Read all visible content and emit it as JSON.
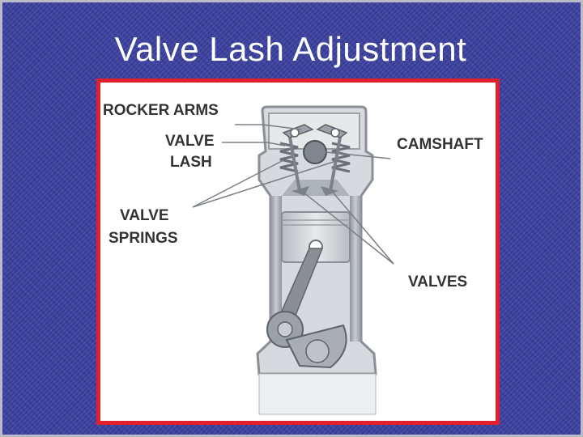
{
  "slide": {
    "title": "Valve Lash Adjustment",
    "frame_color": "#e0202a",
    "background_color": "#3a3fa0"
  },
  "diagram": {
    "labels": {
      "rocker_arms": "ROCKER ARMS",
      "valve_lash_line1": "VALVE",
      "valve_lash_line2": "LASH",
      "camshaft": "CAMSHAFT",
      "valve_springs_line1": "VALVE",
      "valve_springs_line2": "SPRINGS",
      "valves": "VALVES"
    }
  }
}
